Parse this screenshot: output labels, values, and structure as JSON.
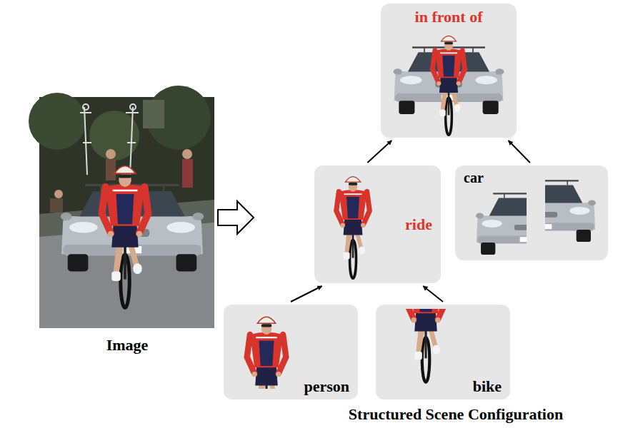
{
  "diagram": {
    "caption": "Structured Scene Configuration",
    "nodes": [
      {
        "text": [
          "in front of"
        ]
      },
      {
        "text": [
          "ride"
        ]
      },
      {
        "text": [
          "car"
        ]
      },
      {
        "text": [
          "person"
        ]
      },
      {
        "text": [
          "bike"
        ]
      }
    ],
    "edges": [
      {
        "from": 3,
        "to": 1,
        "arrow": "to"
      },
      {
        "from": 4,
        "to": 1,
        "arrow": "to"
      },
      {
        "from": 1,
        "to": 0,
        "arrow": "to"
      },
      {
        "from": 2,
        "to": 0,
        "arrow": "to"
      }
    ],
    "labels": [
      "Image"
    ]
  }
}
